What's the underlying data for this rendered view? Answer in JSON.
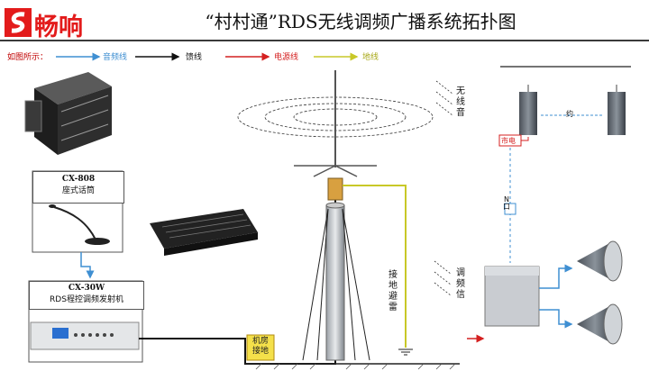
{
  "header": {
    "logo_text": "畅响",
    "title": "“村村通”RDS无线调频广播系统拓扑图"
  },
  "legend": {
    "prefix": "如图所示：",
    "items": [
      {
        "label": "音频线",
        "color": "#3f8fd2"
      },
      {
        "label": "馈线",
        "color": "#111111"
      },
      {
        "label": "电源线",
        "color": "#d42020"
      },
      {
        "label": "地线",
        "color": "#c8c828"
      }
    ]
  },
  "mic": {
    "model": "CX-808",
    "name": "座式话筒"
  },
  "transmitter": {
    "model": "CX-30W",
    "name": "RDS程控调频发射机"
  },
  "machine_room": "机房接地",
  "ground_label": "接地避雷",
  "wireless_label": "无线音",
  "receiver_label": "调频信",
  "power_label": "市电",
  "mid_label": "N口",
  "speaker_gap_label": "约"
}
